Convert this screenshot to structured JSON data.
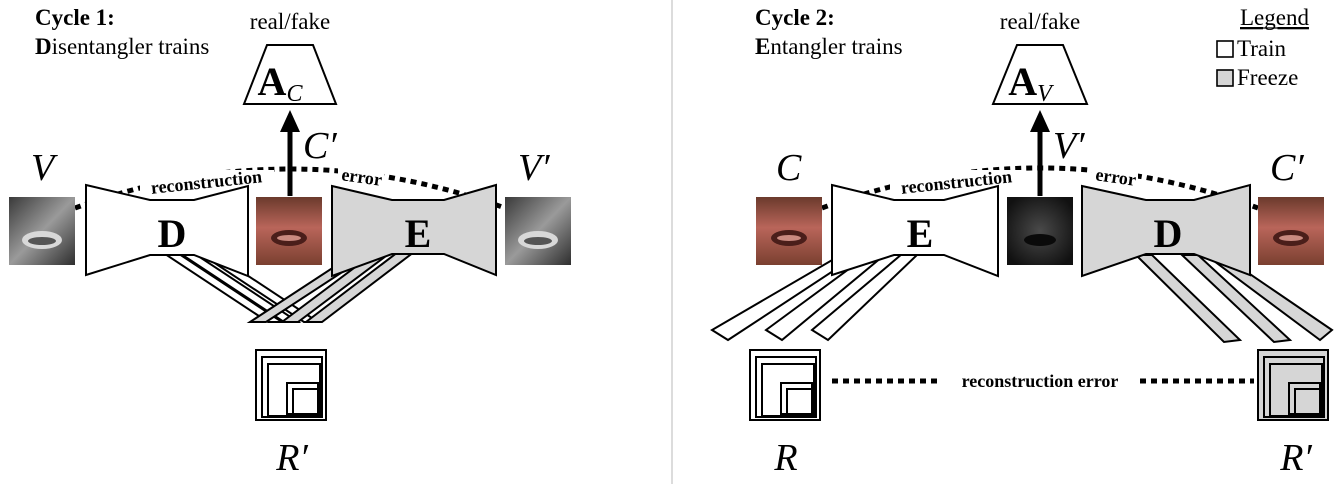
{
  "colors": {
    "train_fill": "#ffffff",
    "freeze_fill": "#d6d6d6",
    "stroke": "#000000",
    "divider": "#d0d0d0"
  },
  "cycle1": {
    "heading": "Cycle 1:",
    "subtitle_initial": "D",
    "subtitle_rest": "isentangler trains",
    "adversary_output": "real/fake",
    "adversary_letter": "A",
    "adversary_sub": "C",
    "arrow_label": "C′",
    "input_label": "V",
    "output_label": "V′",
    "encoder_letter": "D",
    "decoder_letter": "E",
    "recon_word": "reconstruction",
    "error_word": "error",
    "residual_label": "R′"
  },
  "cycle2": {
    "heading": "Cycle 2:",
    "subtitle_initial": "E",
    "subtitle_rest": "ntangler trains",
    "adversary_output": "real/fake",
    "adversary_letter": "A",
    "adversary_sub": "V",
    "arrow_label": "V′",
    "input_label": "C",
    "output_label": "C′",
    "encoder_letter": "E",
    "decoder_letter": "D",
    "recon_word": "reconstruction",
    "error_word": "error",
    "residual_input_label": "R",
    "residual_output_label": "R′",
    "residual_error": "reconstruction error"
  },
  "legend": {
    "title": "Legend",
    "items": [
      {
        "label": "Train",
        "state": "train"
      },
      {
        "label": "Freeze",
        "state": "freeze"
      }
    ]
  }
}
